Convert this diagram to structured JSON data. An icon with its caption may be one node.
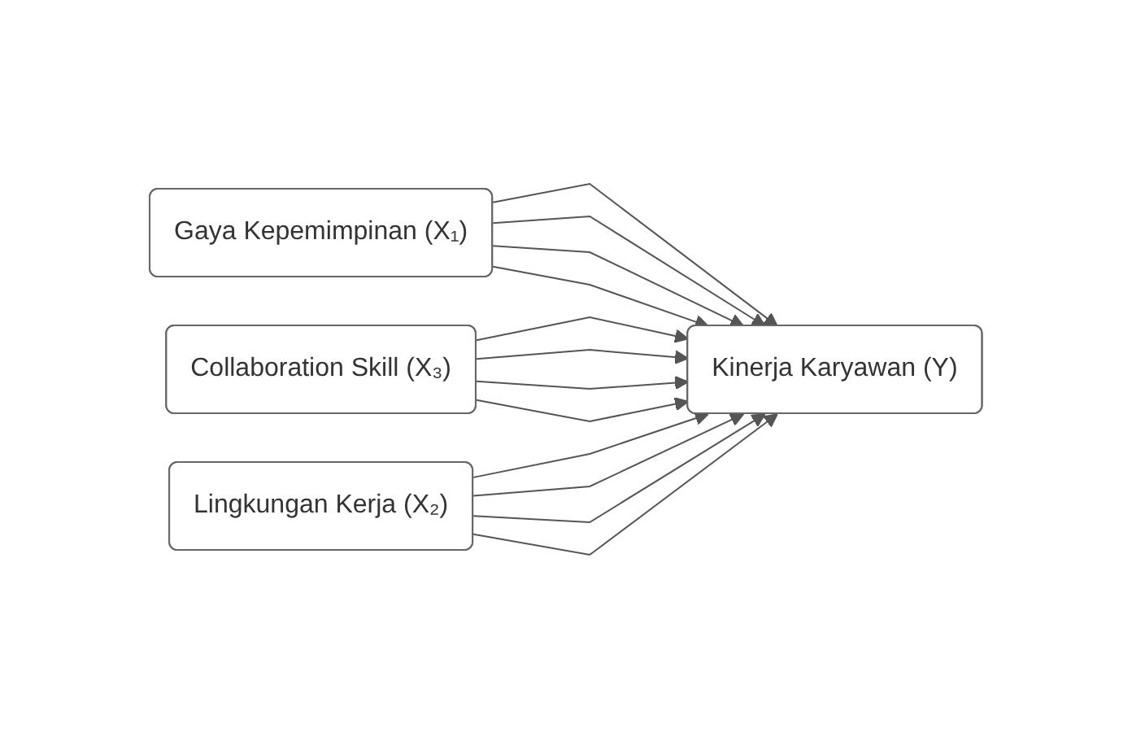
{
  "diagram": {
    "nodes": [
      {
        "text": [
          "Gaya Kepemimpinan (X₁)"
        ]
      },
      {
        "text": [
          "Lingkungan Kerja (X₂)"
        ]
      },
      {
        "text": [
          "Collaboration Skill (X₃)"
        ]
      },
      {
        "text": [
          "Kinerja Karyawan (Y)"
        ]
      }
    ],
    "edges": [
      {
        "from": 0,
        "to": 3,
        "arrow": "to"
      },
      {
        "from": 1,
        "to": 3,
        "arrow": "to"
      },
      {
        "from": 2,
        "to": 3,
        "arrow": "to"
      },
      {
        "from": 0,
        "to": 3,
        "arrow": "to"
      },
      {
        "from": 2,
        "to": 3,
        "arrow": "to"
      },
      {
        "from": 0,
        "to": 3,
        "arrow": "to"
      },
      {
        "from": 1,
        "to": 3,
        "arrow": "to"
      },
      {
        "from": 2,
        "to": 3,
        "arrow": "to"
      },
      {
        "from": 0,
        "to": 3,
        "arrow": "to"
      },
      {
        "from": 1,
        "to": 3,
        "arrow": "to"
      },
      {
        "from": 1,
        "to": 3,
        "arrow": "to"
      },
      {
        "from": 2,
        "to": 3,
        "arrow": "to"
      }
    ]
  }
}
